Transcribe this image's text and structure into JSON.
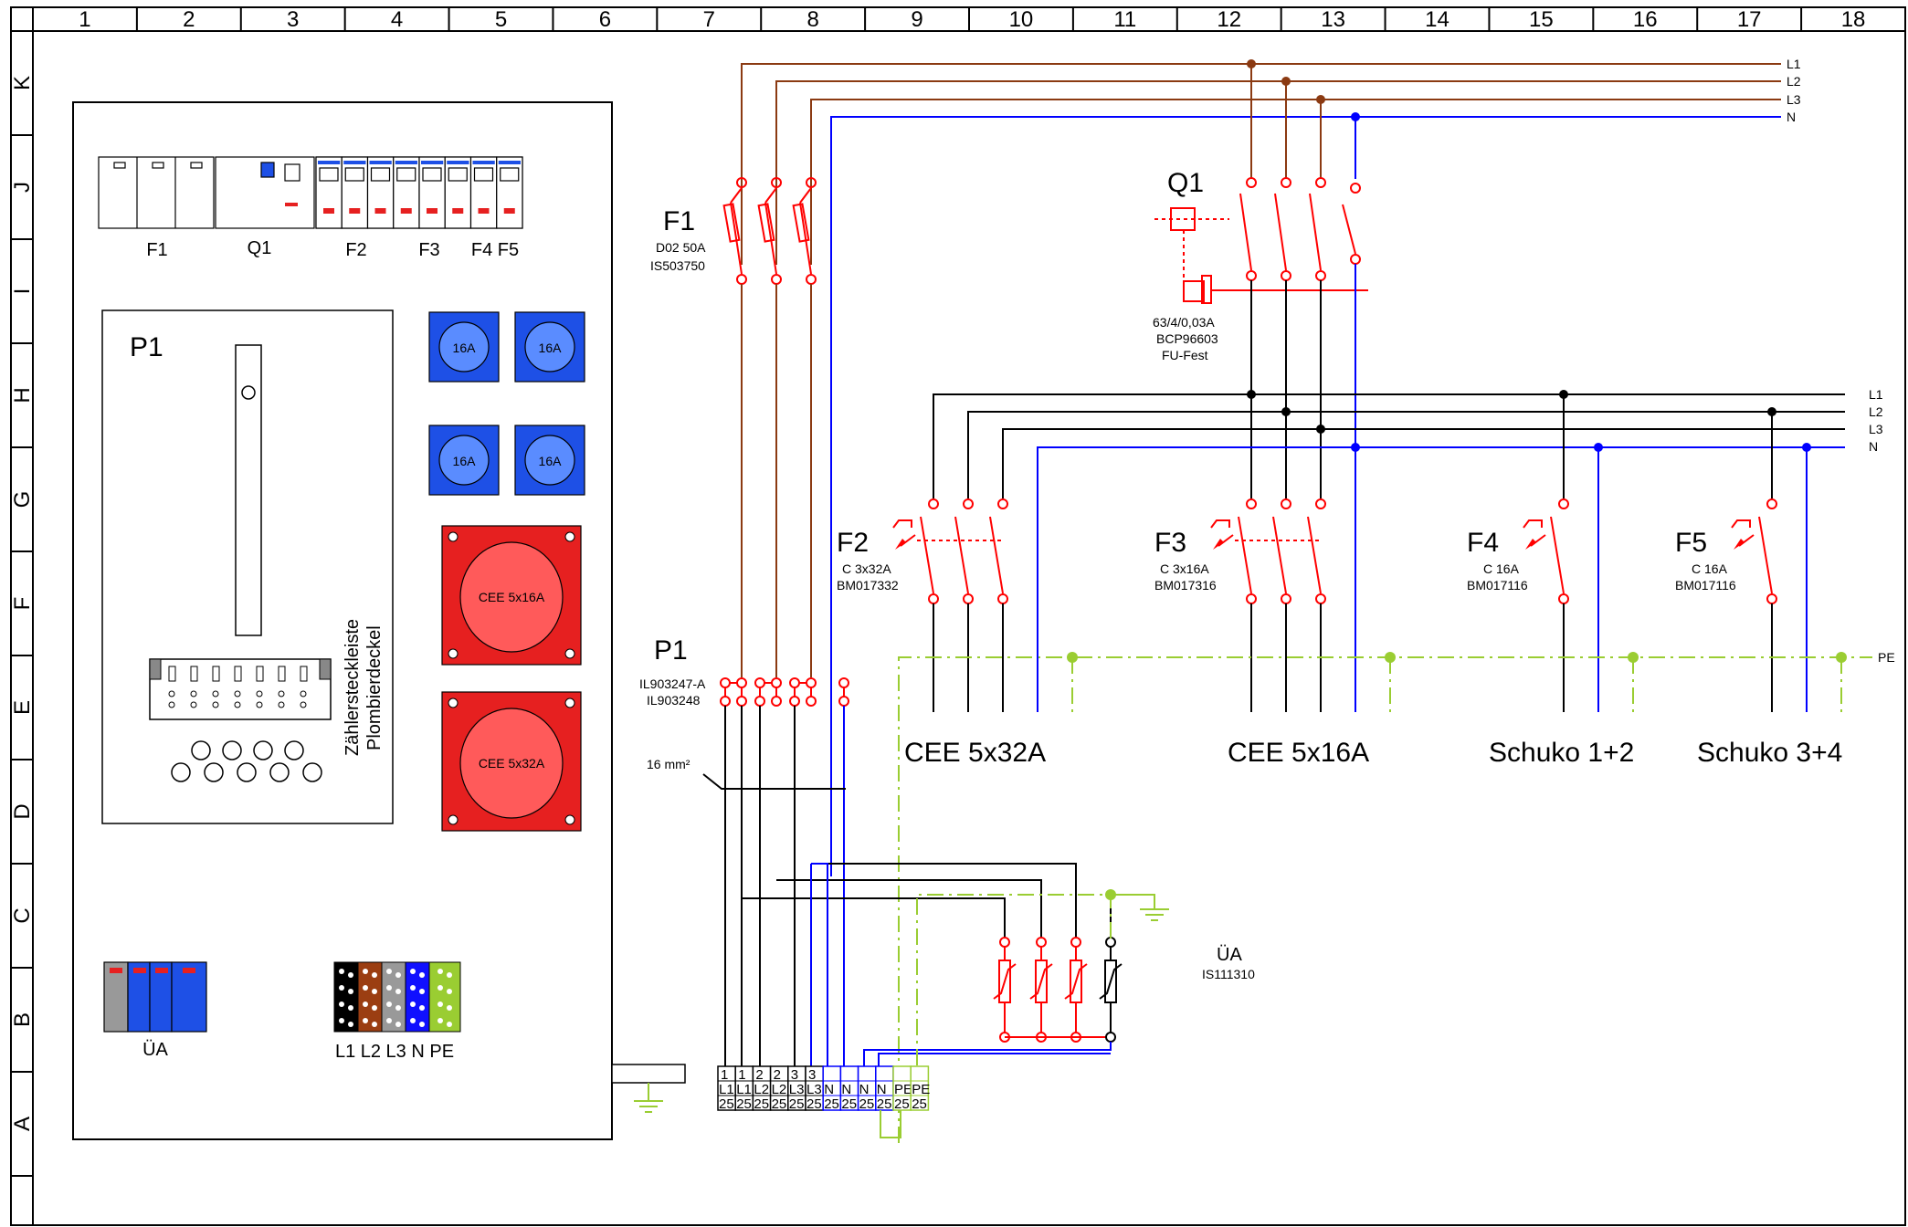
{
  "grid": {
    "columns": [
      "1",
      "2",
      "3",
      "4",
      "5",
      "6",
      "7",
      "8",
      "9",
      "10",
      "11",
      "12",
      "13",
      "14",
      "15",
      "16",
      "17",
      "18"
    ],
    "rows": [
      "K",
      "J",
      "I",
      "H",
      "G",
      "F",
      "E",
      "D",
      "C",
      "B",
      "A"
    ]
  },
  "cabinet": {
    "top_labels": {
      "f1": "F1",
      "q1": "Q1",
      "f2": "F2",
      "f3": "F3",
      "f4f5": "F4 F5"
    },
    "meter_panel": {
      "title": "P1",
      "vertical_line1": "Zählersteckleiste",
      "vertical_line2": "Plombierdeckel"
    },
    "blue_sockets": [
      "16A",
      "16A",
      "16A",
      "16A"
    ],
    "cee_sockets": [
      "CEE 5x16A",
      "CEE 5x32A"
    ],
    "surge_label": "ÜA",
    "terminal_label": "L1 L2 L3 N PE"
  },
  "colors": {
    "phase": "#8b3a12",
    "neutral": "#0000ff",
    "earth": "#9acd32",
    "device": "#ff0000",
    "socket_blue": "#1e50e6",
    "socket_red": "#e62020"
  },
  "bus_top": [
    "L1",
    "L2",
    "L3",
    "N"
  ],
  "bus_mid": [
    "L1",
    "L2",
    "L3",
    "N"
  ],
  "pe_label": "PE",
  "devices": {
    "f1": {
      "name": "F1",
      "line1": "D02 50A",
      "line2": "IS503750"
    },
    "q1": {
      "name": "Q1",
      "line1": "63/4/0,03A",
      "line2": "BCP96603",
      "line3": "FU-Fest"
    },
    "f2": {
      "name": "F2",
      "line1": "C 3x32A",
      "line2": "BM017332"
    },
    "f3": {
      "name": "F3",
      "line1": "C 3x16A",
      "line2": "BM017316"
    },
    "f4": {
      "name": "F4",
      "line1": "C 16A",
      "line2": "BM017116"
    },
    "f5": {
      "name": "F5",
      "line1": "C 16A",
      "line2": "BM017116"
    },
    "p1": {
      "name": "P1",
      "line1": "IL903247-A",
      "line2": "IL903248"
    },
    "ua": {
      "name": "ÜA",
      "line1": "IS111310"
    }
  },
  "outputs": [
    "CEE 5x32A",
    "CEE 5x16A",
    "Schuko 1+2",
    "Schuko 3+4"
  ],
  "cable_label": "16 mm²",
  "terminals": {
    "numbers": [
      "1",
      "1",
      "2",
      "2",
      "3",
      "3"
    ],
    "names": [
      "L1",
      "L1",
      "L2",
      "L2",
      "L3",
      "L3",
      "N",
      "N",
      "N",
      "N",
      "PE",
      "PE"
    ],
    "sizes": [
      "25",
      "25",
      "25",
      "25",
      "25",
      "25",
      "25",
      "25",
      "25",
      "25",
      "25",
      "25"
    ]
  }
}
